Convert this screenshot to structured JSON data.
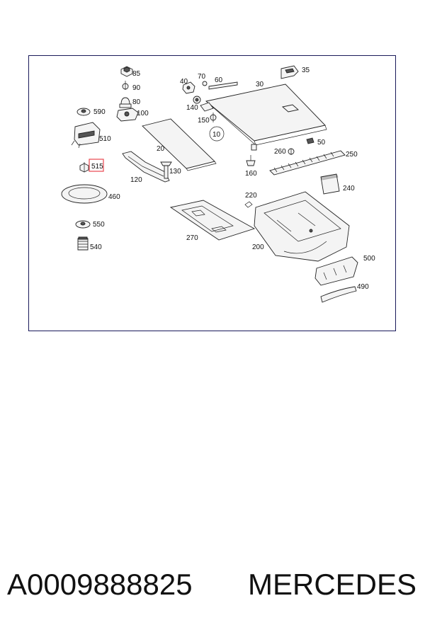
{
  "diagram": {
    "highlight_color": "#e8474f",
    "highlighted_callout": "515",
    "callouts": {
      "c85": "85",
      "c90": "90",
      "c80": "80",
      "c590": "590",
      "c100": "100",
      "c510": "510",
      "c515": "515",
      "c460": "460",
      "c550": "550",
      "c540": "540",
      "c120": "120",
      "c130": "130",
      "c20": "20",
      "c10": "10",
      "c40": "40",
      "c70": "70",
      "c60": "60",
      "c30": "30",
      "c35": "35",
      "c140": "140",
      "c150": "150",
      "c50": "50",
      "c260": "260",
      "c250": "250",
      "c160": "160",
      "c240": "240",
      "c220": "220",
      "c270": "270",
      "c200": "200",
      "c500": "500",
      "c490": "490"
    }
  },
  "footer": {
    "part_number": "A0009888825",
    "manufacturer": "MERCEDES"
  }
}
